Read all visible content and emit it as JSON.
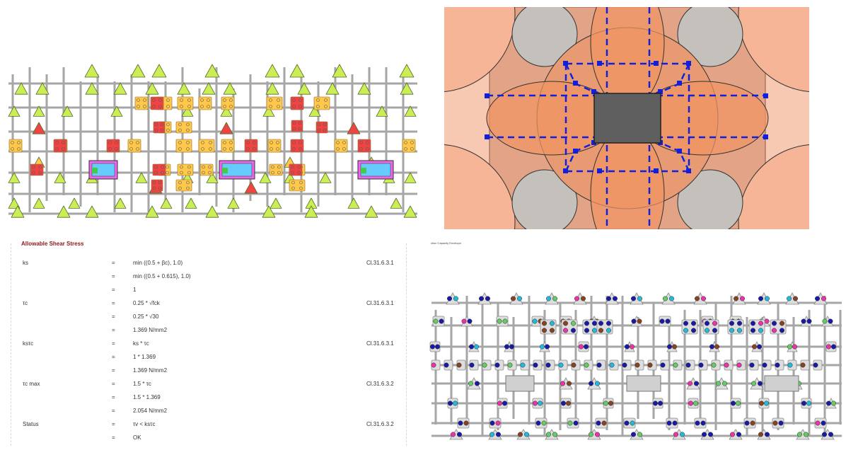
{
  "calc": {
    "title": "Allowable Shear Stress",
    "rows": [
      {
        "label": "ks",
        "eq": "=",
        "expr": "min ((0.5 + βc), 1.0)",
        "ref": "Cl.31.6.3.1"
      },
      {
        "label": "",
        "eq": "=",
        "expr": "min ((0.5 + 0.615), 1.0)",
        "ref": ""
      },
      {
        "label": "",
        "eq": "=",
        "expr": "1",
        "ref": ""
      },
      {
        "label": "τc",
        "eq": "=",
        "expr": "0.25 * √fck",
        "ref": "Cl.31.6.3.1"
      },
      {
        "label": "",
        "eq": "=",
        "expr": "0.25 * √30",
        "ref": ""
      },
      {
        "label": "",
        "eq": "=",
        "expr": "1.369 N/mm2",
        "ref": ""
      },
      {
        "label": "ksτc",
        "eq": "=",
        "expr": "ks * τc",
        "ref": "Cl.31.6.3.1"
      },
      {
        "label": "",
        "eq": "=",
        "expr": "1 * 1.369",
        "ref": ""
      },
      {
        "label": "",
        "eq": "=",
        "expr": "1.369 N/mm2",
        "ref": ""
      },
      {
        "label": "τc max",
        "eq": "=",
        "expr": "1.5 * τc",
        "ref": "Cl.31.6.3.2"
      },
      {
        "label": "",
        "eq": "=",
        "expr": "1.5 * 1.369",
        "ref": ""
      },
      {
        "label": "",
        "eq": "=",
        "expr": "2.054 N/mm2",
        "ref": ""
      },
      {
        "label": "Status",
        "eq": "=",
        "expr": "τv < ksτc",
        "ref": "Cl.31.6.3.2"
      },
      {
        "label": "",
        "eq": "=",
        "expr": "OK",
        "ref": ""
      }
    ]
  },
  "envelope": {
    "title": "ction Capacity Envelope"
  },
  "colors": {
    "grid_line": "#a6a6a6",
    "pile_green": "#ccee55",
    "pile_yellow": "#ffc84a",
    "pile_red": "#ee4444",
    "column_gray": "#5f5f5f",
    "perimeter_blue": "#1020dd",
    "pile_gray": "#c4c0bc",
    "shear_orange": "#f09060",
    "calc_title": "#8b1a1a"
  },
  "icons": {
    "pile_cap_triangle": "triangle-icon",
    "pile_cap_square": "square-icon"
  }
}
